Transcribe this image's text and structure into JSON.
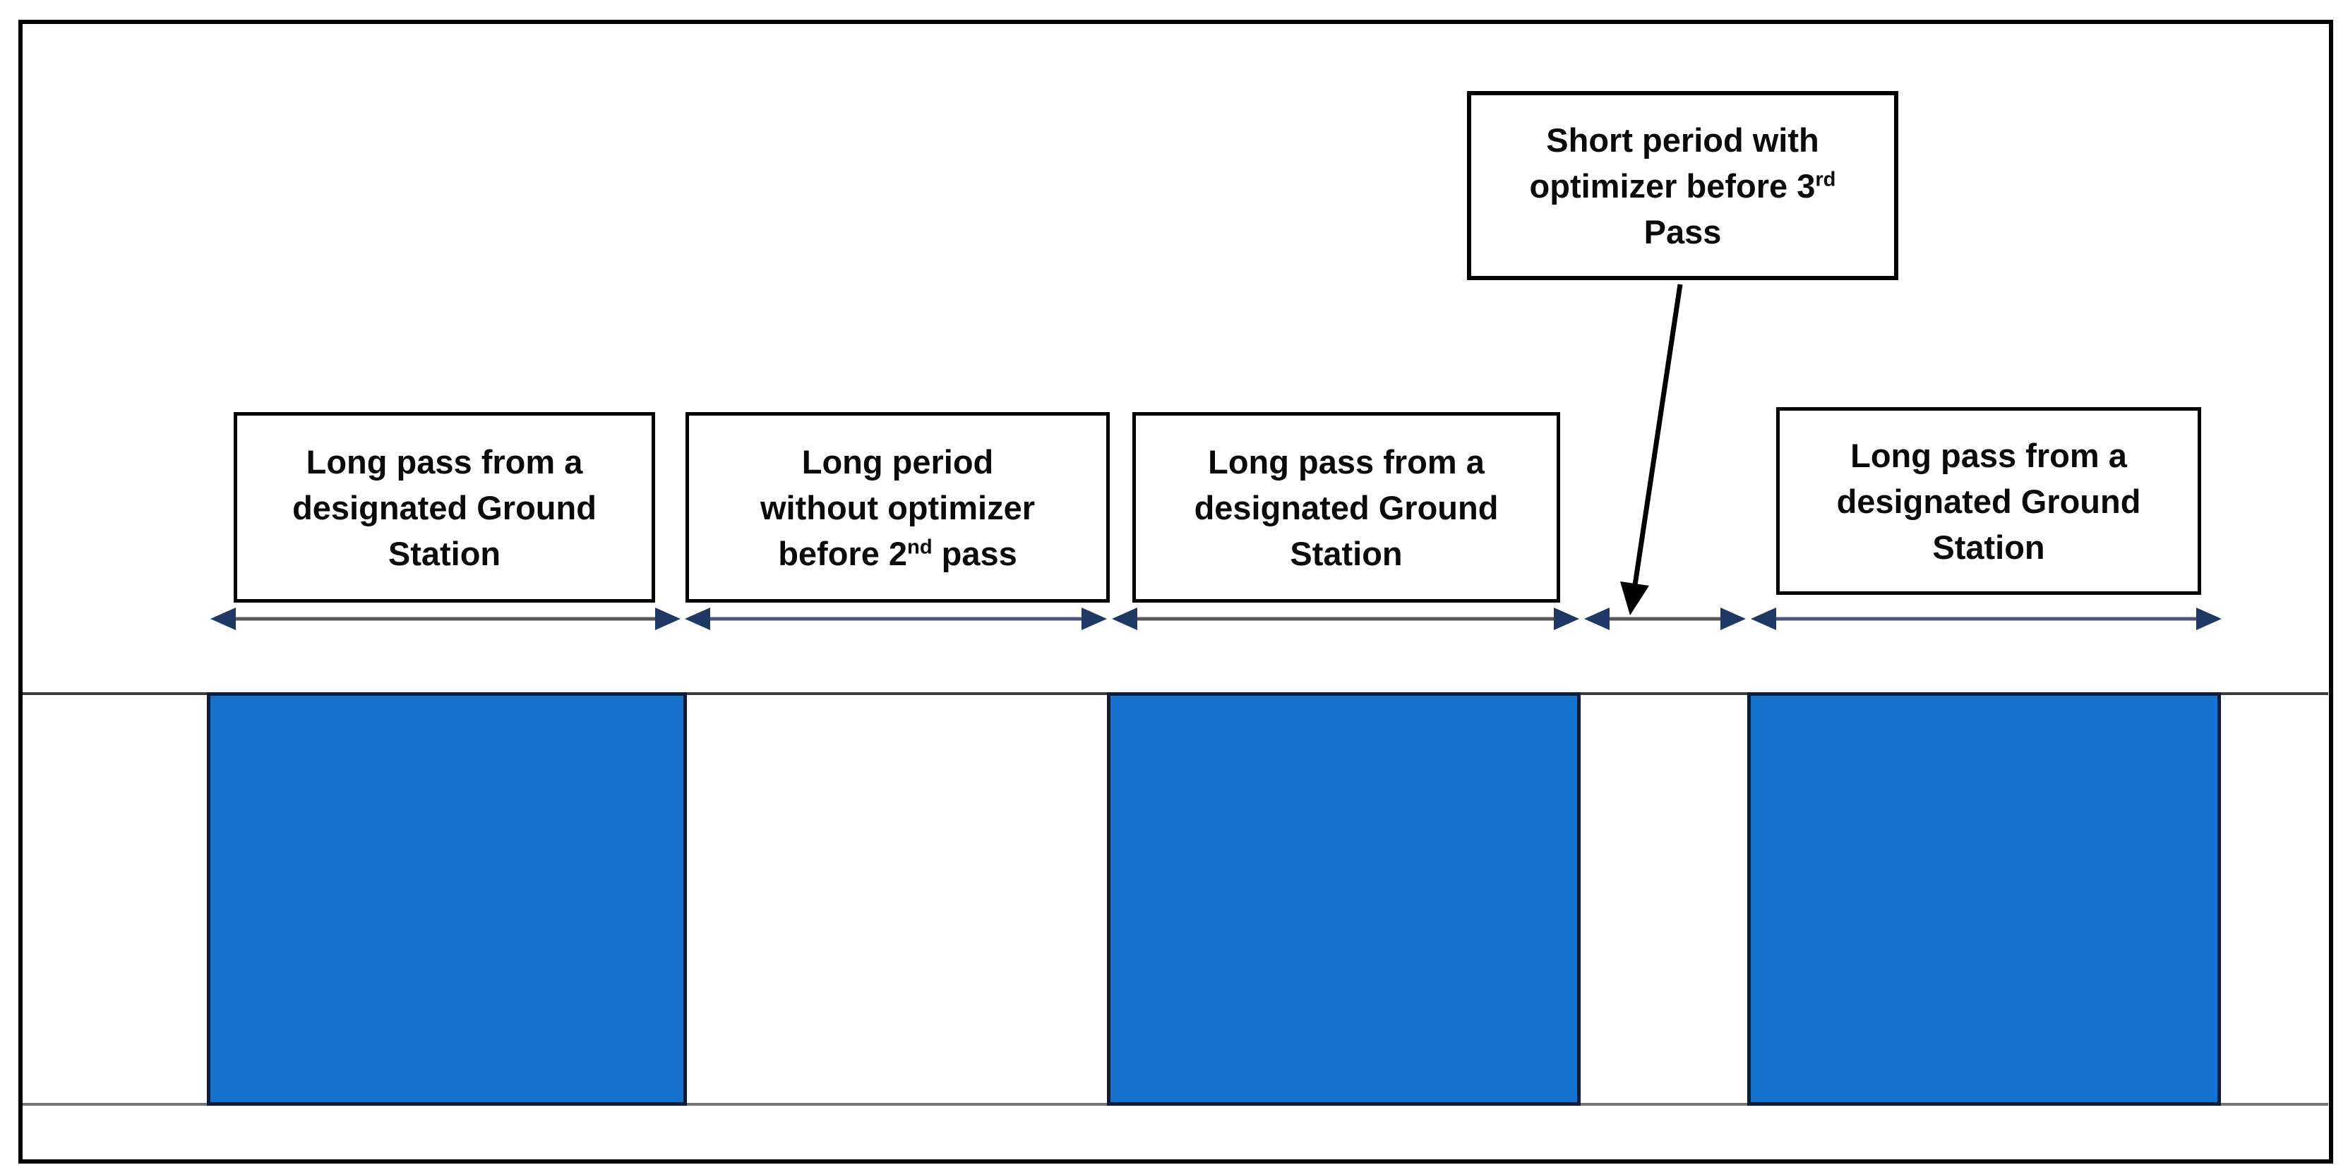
{
  "labels": [
    {
      "line1": "Long pass from a",
      "line2": "designated Ground",
      "line3": "Station"
    },
    {
      "line1": "Long period",
      "line2": "without optimizer",
      "line3_pre": "before 2",
      "line3_sup": "nd",
      "line3_post": " pass"
    },
    {
      "line1": "Long pass from a",
      "line2": "designated Ground",
      "line3": "Station"
    },
    {
      "line1": "Long pass from a",
      "line2": "designated Ground",
      "line3": "Station"
    }
  ],
  "callout": {
    "line1": "Short period with",
    "line2_pre": "optimizer before 3",
    "line2_sup": "rd",
    "line3": "Pass"
  },
  "colors": {
    "pass_fill": "#1572ce",
    "pass_border": "#0d1c38",
    "arrowhead": "#1f3864",
    "dim_line_gray": "#595959",
    "dim_line_slate": "#4f547d",
    "band_line_top": "#3b3b3b",
    "band_line_bottom": "#757575",
    "frame_border": "#000000"
  }
}
